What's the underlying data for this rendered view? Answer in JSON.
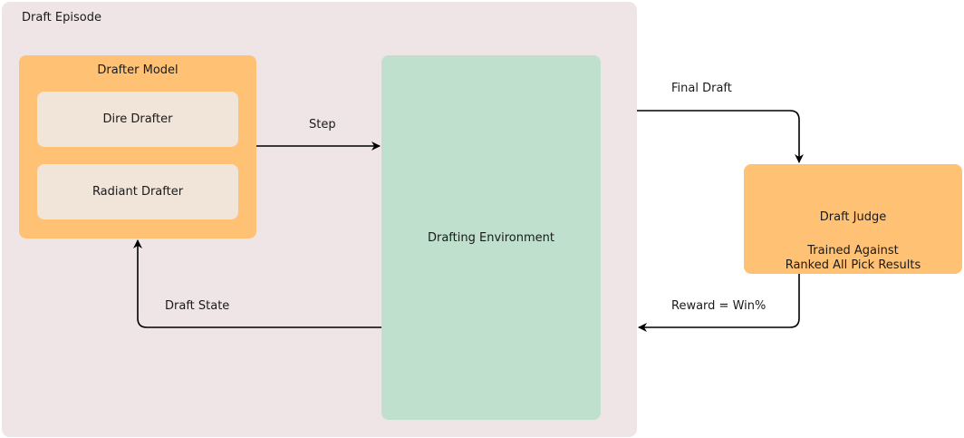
{
  "episode": {
    "label": "Draft Episode"
  },
  "drafter_model": {
    "title": "Drafter Model",
    "dire": "Dire Drafter",
    "radiant": "Radiant Drafter"
  },
  "environment": {
    "label": "Drafting Environment"
  },
  "judge": {
    "title": "Draft Judge",
    "line1": "Trained Against",
    "line2": "Ranked All Pick Results"
  },
  "edges": {
    "step": "Step",
    "final_draft": "Final Draft",
    "reward": "Reward = Win%",
    "draft_state": "Draft State"
  },
  "colors": {
    "episode_bg": "#efe5e6",
    "orange": "#ffc174",
    "sub_box": "#f1e4d9",
    "env_green": "#bee0cc",
    "arrow": "#000000"
  }
}
